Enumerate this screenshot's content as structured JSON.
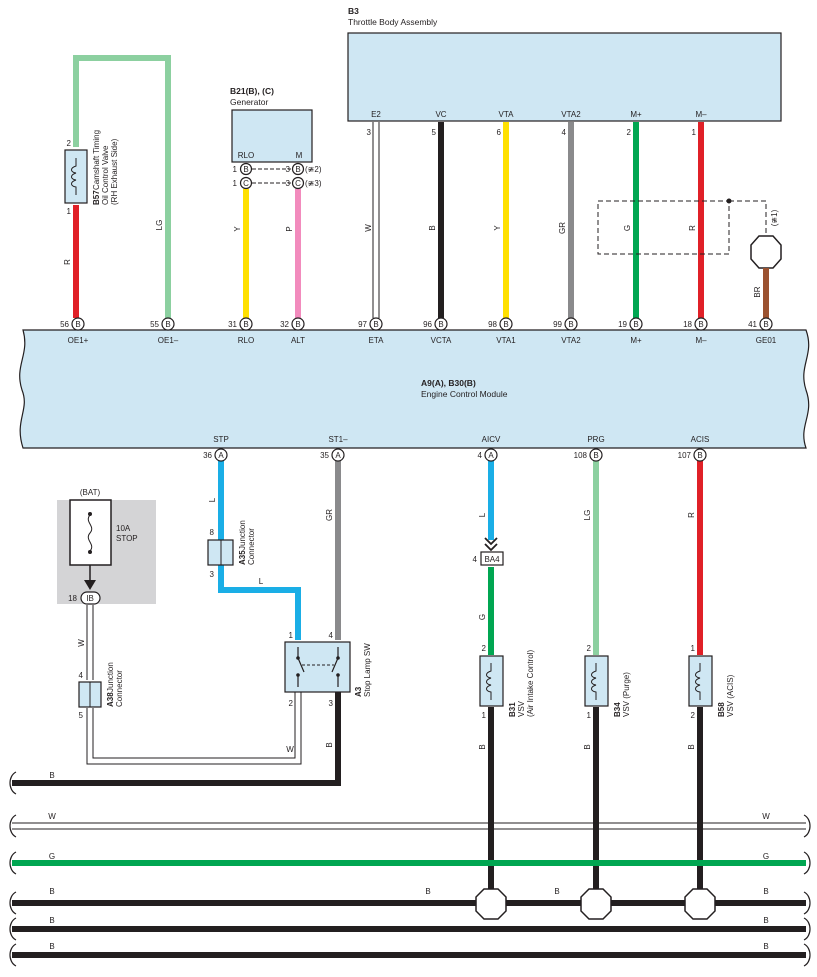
{
  "colors": {
    "module_fill": "#cfe7f3",
    "wire_B": "#231f20",
    "wire_W": "#ffffff",
    "wire_Y": "#ffe000",
    "wire_P": "#f28bbd",
    "wire_LG": "#8cd0a0",
    "wire_R": "#e02027",
    "wire_G": "#00a651",
    "wire_GR": "#8a8a8c",
    "wire_L": "#1aaee6",
    "wire_BR": "#9b5230",
    "fuse_box_fill": "#d4d4d6"
  },
  "throttle": {
    "code": "B3",
    "name": "Throttle Body Assembly",
    "pins": [
      {
        "label": "E2",
        "num": "3",
        "wire": "W"
      },
      {
        "label": "VC",
        "num": "5",
        "wire": "B"
      },
      {
        "label": "VTA",
        "num": "6",
        "wire": "Y"
      },
      {
        "label": "VTA2",
        "num": "4",
        "wire": "GR"
      },
      {
        "label": "M+",
        "num": "2",
        "wire": "G"
      },
      {
        "label": "M–",
        "num": "1",
        "wire": "R"
      }
    ],
    "shield_note": "(≇1)",
    "shield_wire": "BR"
  },
  "generator": {
    "code": "B21(B), (C)",
    "name": "Generator",
    "rlo": "RLO",
    "m": "M",
    "row1": {
      "pin": "1",
      "conn": "B",
      "pin2": "3",
      "conn2": "B",
      "note": "(≇2)"
    },
    "row2": {
      "pin": "1",
      "conn": "C",
      "pin2": "3",
      "conn2": "C",
      "note": "(≇3)"
    },
    "wire_rlo": "Y",
    "wire_alt": "P"
  },
  "ocv": {
    "code": "B57",
    "line1": "Camshaft Timing",
    "line2": "Oil Control Valve",
    "line3": "(RH Exhaust Side)",
    "pin_top": "2",
    "pin_bot": "1",
    "wire_plus": "R",
    "wire_minus": "LG"
  },
  "ecm": {
    "code": "A9(A), B30(B)",
    "name": "Engine Control Module",
    "top_pins": [
      {
        "num": "56",
        "conn": "B",
        "label": "OE1+"
      },
      {
        "num": "55",
        "conn": "B",
        "label": "OE1–"
      },
      {
        "num": "31",
        "conn": "B",
        "label": "RLO"
      },
      {
        "num": "32",
        "conn": "B",
        "label": "ALT"
      },
      {
        "num": "97",
        "conn": "B",
        "label": "ETA"
      },
      {
        "num": "96",
        "conn": "B",
        "label": "VCTA"
      },
      {
        "num": "98",
        "conn": "B",
        "label": "VTA1"
      },
      {
        "num": "99",
        "conn": "B",
        "label": "VTA2"
      },
      {
        "num": "19",
        "conn": "B",
        "label": "M+"
      },
      {
        "num": "18",
        "conn": "B",
        "label": "M–"
      },
      {
        "num": "41",
        "conn": "B",
        "label": "GE01"
      }
    ],
    "bottom_pins": [
      {
        "num": "36",
        "conn": "A",
        "label": "STP"
      },
      {
        "num": "35",
        "conn": "A",
        "label": "ST1–"
      },
      {
        "num": "4",
        "conn": "A",
        "label": "AICV"
      },
      {
        "num": "108",
        "conn": "B",
        "label": "PRG"
      },
      {
        "num": "107",
        "conn": "B",
        "label": "ACIS"
      }
    ]
  },
  "fuse": {
    "source": "(BAT)",
    "rating": "10A",
    "name": "STOP",
    "pin": "18",
    "conn": "IB",
    "wire": "W"
  },
  "a38": {
    "code": "A38",
    "line1": "Junction",
    "line2": "Connector",
    "pin_top": "4",
    "pin_bot": "5"
  },
  "a35": {
    "code": "A35",
    "line1": "Junction",
    "line2": "Connector",
    "pin_top": "8",
    "pin_bot": "3",
    "wire_in": "L",
    "wire_out": "L"
  },
  "stop_sw": {
    "code": "A3",
    "name": "Stop Lamp SW",
    "p1": "1",
    "p2": "2",
    "p3": "3",
    "p4": "4",
    "wire_st": "GR",
    "wire_w": "W",
    "wire_b": "B"
  },
  "ba4": {
    "pin": "4",
    "code": "BA4",
    "wire_in": "L",
    "wire_out": "G"
  },
  "vsv": [
    {
      "code": "B31",
      "line1": "VSV",
      "line2": "(Air Intake Control)",
      "pin_top": "2",
      "pin_bot": "1",
      "wire_top": "G",
      "wire_bot": "B"
    },
    {
      "code": "B34",
      "line1": "VSV (Purge)",
      "line2": "",
      "pin_top": "2",
      "pin_bot": "1",
      "wire_top": "LG",
      "wire_bot": "B"
    },
    {
      "code": "B58",
      "line1": "VSV (ACIS)",
      "line2": "",
      "pin_top": "1",
      "pin_bot": "2",
      "wire_top": "R",
      "wire_bot": "B"
    }
  ],
  "buses": [
    {
      "left": "B",
      "right": ""
    },
    {
      "left": "W",
      "right": "W"
    },
    {
      "left": "G",
      "right": "G"
    },
    {
      "left": "B",
      "mid": "B",
      "mid2": "B",
      "right": "B"
    },
    {
      "left": "B",
      "right": "B"
    },
    {
      "left": "B",
      "right": "B"
    }
  ]
}
